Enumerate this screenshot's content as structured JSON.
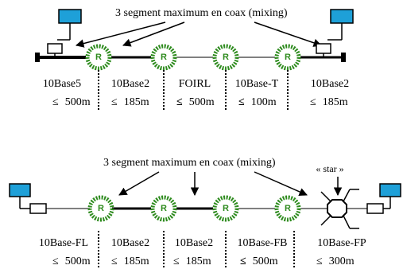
{
  "colors": {
    "repeater_ring": "#2e8b1e",
    "repeater_fill": "#ffffff",
    "repeater_text": "#2e8b1e",
    "terminal_screen": "#1ea0d8",
    "line": "#000000"
  },
  "icons": {
    "repeater": "repeater-icon",
    "terminal": "computer-terminal-icon",
    "transceiver": "transceiver-icon",
    "hub": "star-hub-icon"
  },
  "top": {
    "caption": "3 segment maximum en coax (mixing)",
    "repeater_label": "R",
    "segments": [
      {
        "name": "10Base5",
        "max": "500m"
      },
      {
        "name": "10Base2",
        "max": "185m"
      },
      {
        "name": "FOIRL",
        "max": "500m"
      },
      {
        "name": "10Base-T",
        "max": "100m"
      },
      {
        "name": "10Base2",
        "max": "185m"
      }
    ]
  },
  "bottom": {
    "caption": "3 segment maximum en coax (mixing)",
    "star_label": "« star »",
    "repeater_label": "R",
    "segments": [
      {
        "name": "10Base-FL",
        "max": "500m"
      },
      {
        "name": "10Base2",
        "max": "185m"
      },
      {
        "name": "10Base2",
        "max": "185m"
      },
      {
        "name": "10Base-FB",
        "max": "500m"
      },
      {
        "name": "10Base-FP",
        "max": "300m"
      }
    ]
  },
  "symbols": {
    "leq": "≤",
    "leq_bold": "≤"
  }
}
